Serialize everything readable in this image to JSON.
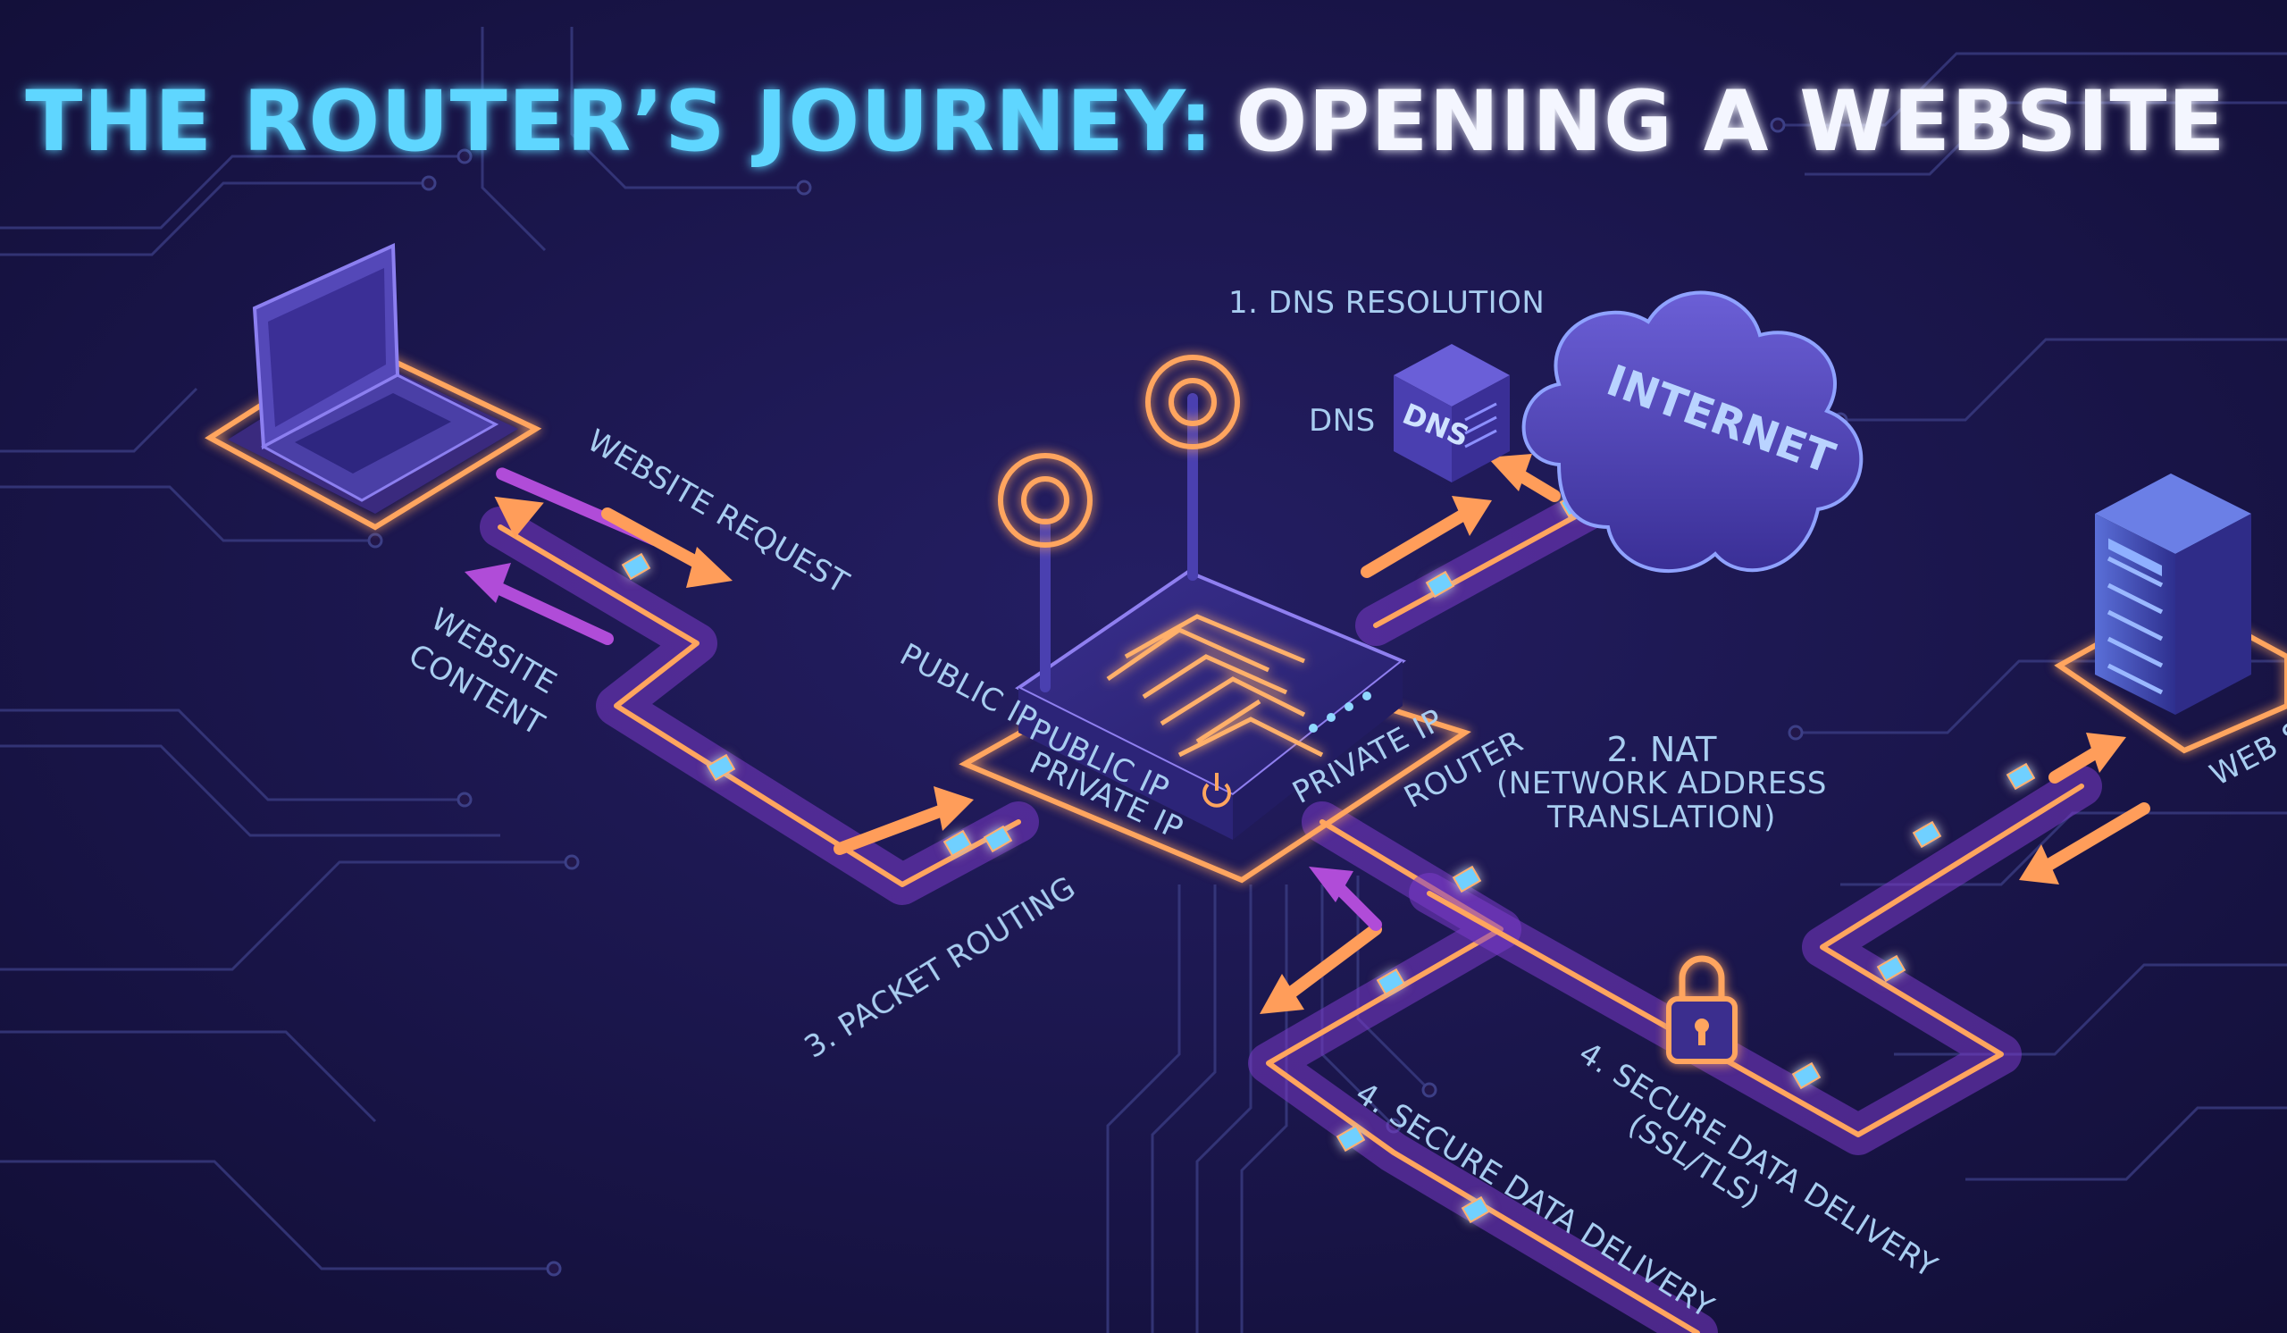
{
  "title": {
    "part1": "THE ROUTER’S JOURNEY:",
    "part2": "OPENING A WEBSITE"
  },
  "labels": {
    "website_request": "WEBSITE REQUEST",
    "website_content_1": "WEBSITE",
    "website_content_2": "CONTENT",
    "dns_resolution": "1. DNS RESOLUTION",
    "dns": "DNS",
    "dns_box": "DNS",
    "internet": "INTERNET",
    "public_ip_outer": "PUBLIC IP",
    "public_ip_inner": "PUBLIC IP",
    "private_ip_inner": "PRIVATE IP",
    "private_ip_right": "PRIVATE IP",
    "router": "ROUTER",
    "nat_1": "2. NAT",
    "nat_2": "(NETWORK ADDRESS",
    "nat_3": "TRANSLATION)",
    "packet_routing": "3. PACKET ROUTING",
    "secure_ssl_1": "4. SECURE DATA DELIVERY",
    "secure_ssl_2": "(SSL/TLS)",
    "secure_delivery": "4. SECURE DATA DELIVERY",
    "web_server": "WEB S"
  },
  "icons": [
    "laptop-icon",
    "router-icon",
    "dns-server-icon",
    "cloud-icon",
    "web-server-icon",
    "padlock-icon",
    "wifi-signal-icon",
    "power-icon",
    "data-packet-icon"
  ],
  "colors": {
    "background": "#15123f",
    "title_cyan": "#5fd6ff",
    "title_white": "#f4f6ff",
    "route_orange": "#ffa55e",
    "route_purple": "#7a3ac8",
    "label_blue": "#a8cdf0"
  }
}
